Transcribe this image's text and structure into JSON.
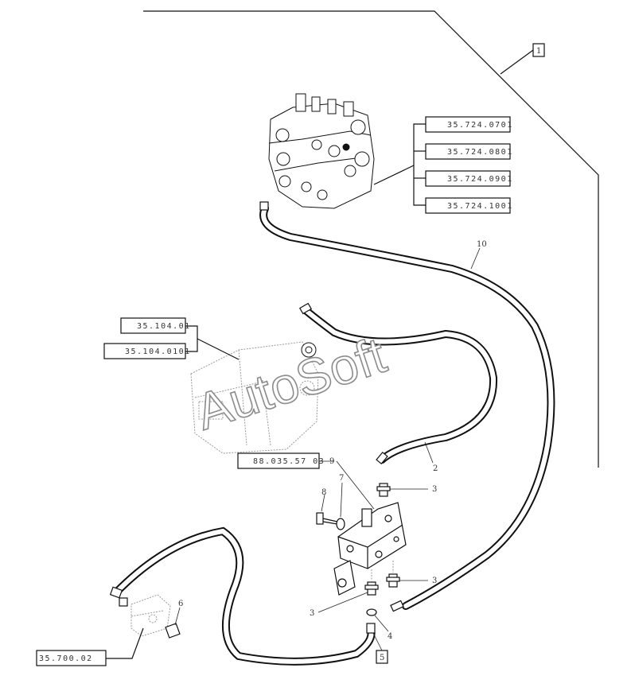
{
  "watermark": "AutoSoft",
  "group_box": "1",
  "valve_refs": [
    "35.724.0701",
    "35.724.0801",
    "35.724.0901",
    "35.724.1001"
  ],
  "pump_refs": [
    "35.104.01",
    "35.104.0101"
  ],
  "block_ref": "88.035.57 03",
  "bracket_ref": "35.700.02",
  "callouts": {
    "c10": "10",
    "c2": "2",
    "c3a": "3",
    "c3b": "3",
    "c3c": "3",
    "c4": "4",
    "c5": "5",
    "c6": "6",
    "c7": "7",
    "c8": "8",
    "c9": "9"
  }
}
